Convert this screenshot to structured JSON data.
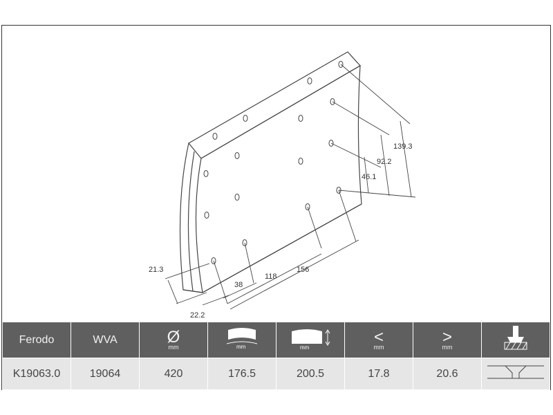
{
  "dimensions": {
    "d1": "21.3",
    "d2": "22.2",
    "d3": "38",
    "d4": "118",
    "d5": "156",
    "d6": "46.1",
    "d7": "92.2",
    "d8": "139.3"
  },
  "table": {
    "headers": {
      "ferodo": "Ferodo",
      "wva": "WVA",
      "diameter_symbol": "Ø",
      "lt": "<",
      "gt": ">",
      "unit": "mm"
    },
    "values": {
      "ferodo": "K19063.0",
      "wva": "19064",
      "diameter": "420",
      "width_inner": "176.5",
      "width_outer": "200.5",
      "thickness_min": "17.8",
      "thickness_max": "20.6"
    },
    "icons": {
      "arc_width": "arc-width-icon",
      "thickness": "lining-thickness-icon",
      "rivet": "rivet-icon",
      "countersink": "countersink-profile-icon"
    }
  }
}
